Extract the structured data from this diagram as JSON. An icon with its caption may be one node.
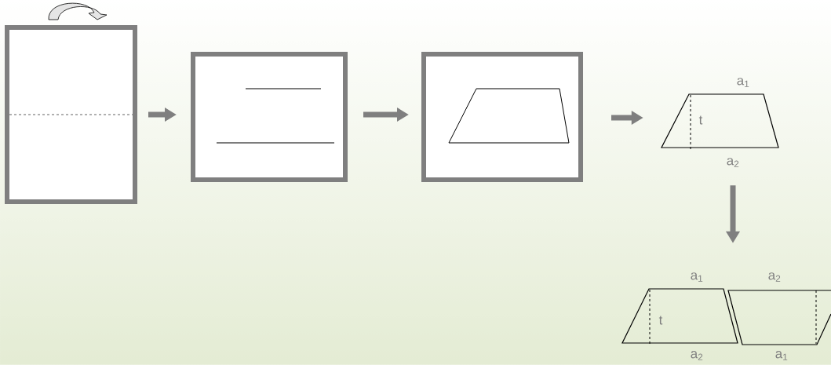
{
  "diagram": {
    "nodes": [
      {
        "text": [],
        "shape": "box"
      },
      {
        "text": [],
        "shape": "box"
      },
      {
        "text": [],
        "shape": "box"
      },
      {
        "text": [
          "a$_{1}$",
          "t",
          "a$_{2}$"
        ]
      },
      {
        "text": [
          "a$_{1}$",
          "a$_{2}$",
          "t",
          "a$_{2}$",
          "a$_{1}$"
        ]
      }
    ],
    "edges": [
      {
        "from": 0,
        "to": 1,
        "arrow": "to"
      },
      {
        "from": 1,
        "to": 2,
        "arrow": "to"
      },
      {
        "from": 2,
        "to": 3,
        "arrow": "to"
      },
      {
        "from": 3,
        "to": 4,
        "arrow": "to"
      }
    ]
  }
}
